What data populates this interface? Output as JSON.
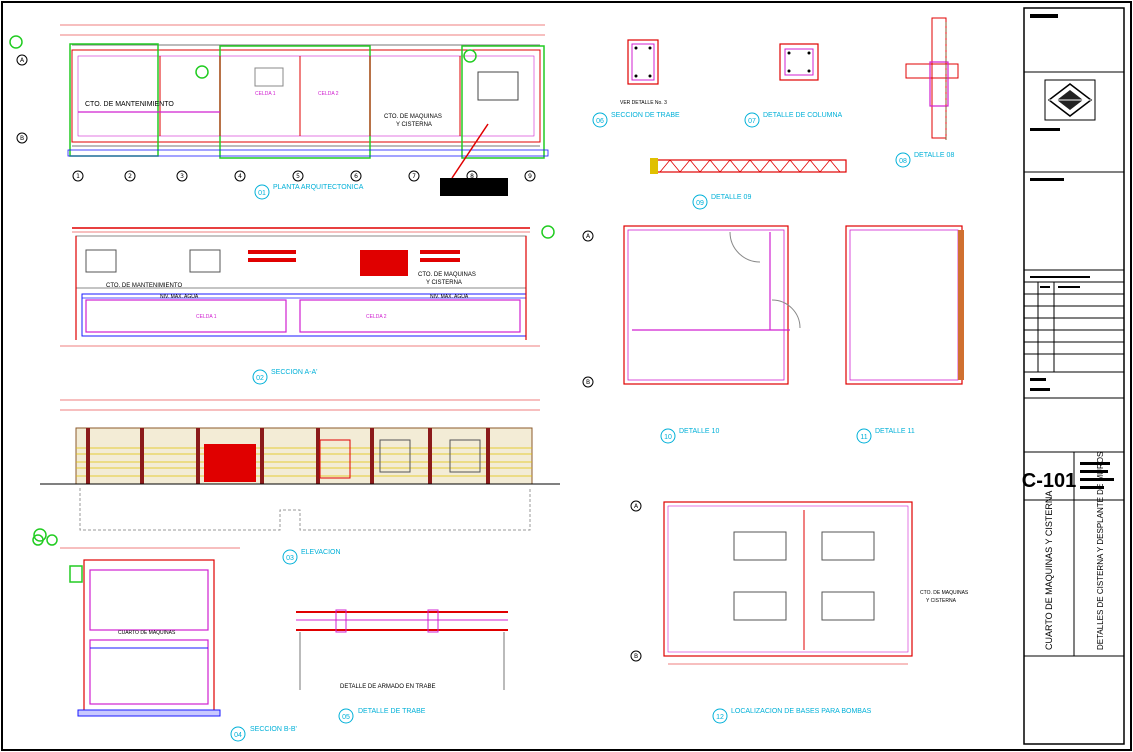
{
  "sheet": {
    "number": "C-101",
    "project_title": "CUARTO DE MAQUINAS Y CISTERNA",
    "sheet_title": "DETALLES DE CISTERNA Y DESPLANTE DE MUROS"
  },
  "views": [
    {
      "num": "01",
      "title": "PLANTA ARQUITECTONICA"
    },
    {
      "num": "02",
      "title": "SECCION A-A'"
    },
    {
      "num": "03",
      "title": "ELEVACION"
    },
    {
      "num": "04",
      "title": "SECCION B-B'"
    },
    {
      "num": "05",
      "title": "DETALLE DE TRABE"
    },
    {
      "num": "06",
      "title": "SECCION DE TRABE"
    },
    {
      "num": "07",
      "title": "DETALLE DE COLUMNA"
    },
    {
      "num": "08",
      "title": "DETALLE 08"
    },
    {
      "num": "09",
      "title": "DETALLE 09"
    },
    {
      "num": "10",
      "title": "DETALLE 10"
    },
    {
      "num": "11",
      "title": "DETALLE 11"
    },
    {
      "num": "12",
      "title": "LOCALIZACION DE BASES PARA BOMBAS"
    }
  ],
  "room_labels": {
    "mantenimiento": "CTO. DE MANTENIMIENTO",
    "maquinas_1": "CTO. DE MAQUINAS",
    "maquinas_2": "Y CISTERNA",
    "celda1": "CELDA 1",
    "celda2": "CELDA 2",
    "nivel": "NIV. MAX. AGUA",
    "armado": "DETALLE DE ARMADO EN TRABE",
    "ver_detalle": "VER DETALLE No. 3",
    "cuarto_maquinas": "CUARTO DE MAQUINAS"
  },
  "grid_bubbles": {
    "numbers": [
      "1",
      "2",
      "3",
      "4",
      "5",
      "6",
      "7",
      "8",
      "9"
    ],
    "letters": [
      "A",
      "B"
    ]
  },
  "colors": {
    "red": "#e00000",
    "green": "#22cc22",
    "magenta": "#d020d0",
    "blue": "#1a1aff",
    "cyan": "#00b0d8",
    "yellow": "#e0c000",
    "brown": "#8b5a2b"
  }
}
